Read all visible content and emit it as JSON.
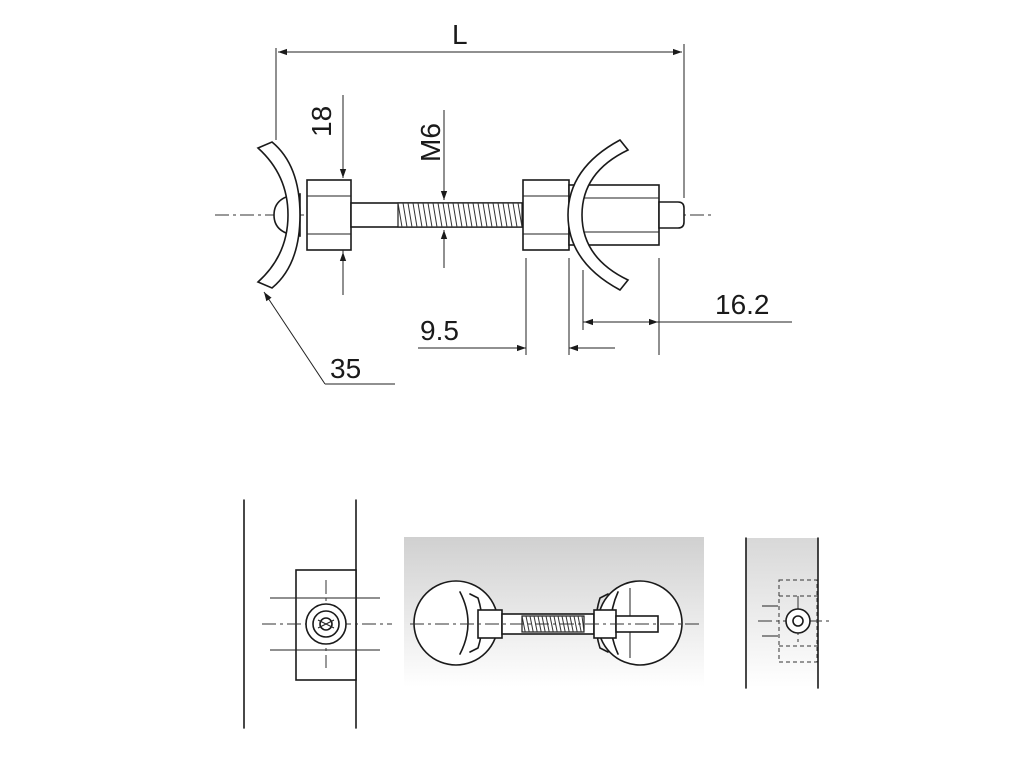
{
  "dimensions": {
    "overall_length": "L",
    "nut_width": "18",
    "thread": "M6",
    "pin_offset": "9.5",
    "end_length": "16.2",
    "radius": "35"
  },
  "colors": {
    "line": "#1a1a1a",
    "panel_gradient_top": "#d0d0d0",
    "panel_gradient_bottom": "#ffffff"
  }
}
